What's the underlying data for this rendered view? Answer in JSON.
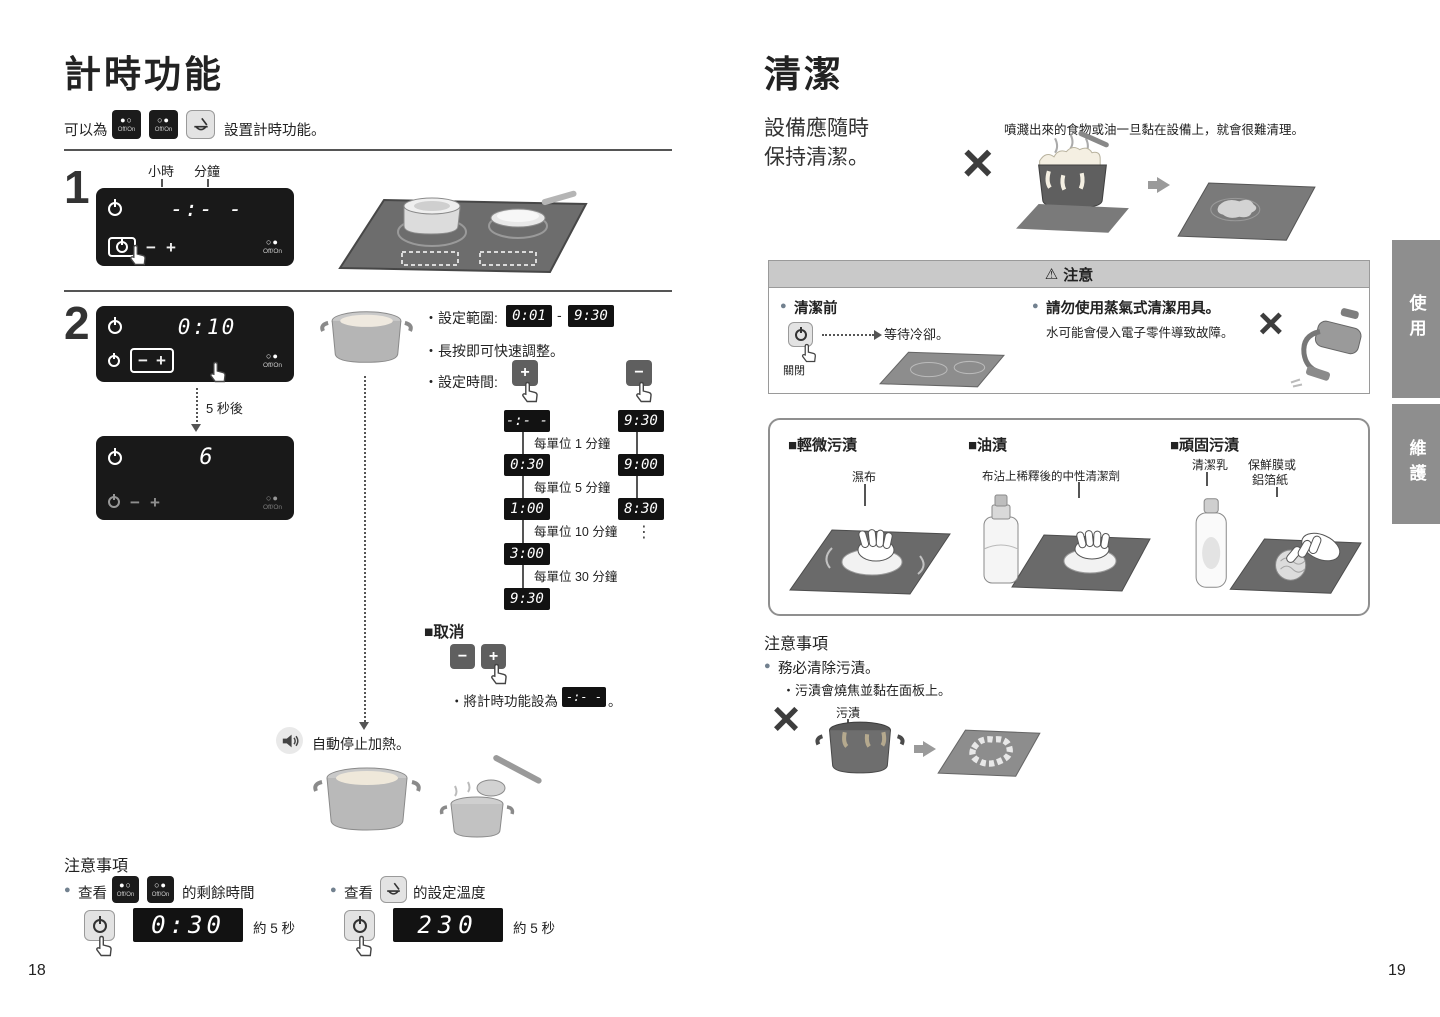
{
  "colors": {
    "panel_black": "#191919",
    "tab_gray": "#8e8e8e",
    "caution_header_gray": "#c9c9c9",
    "illustration_gray": "#6a6a6a"
  },
  "icons": {
    "x_mark": "×",
    "warning": "⚠",
    "minus": "−",
    "plus": "+",
    "off_on": "Off/On",
    "heater_left_dots": "●○",
    "heater_right_dots": "○●",
    "bullet": "●",
    "v_ellipsis": "⋮"
  },
  "left": {
    "page_number": "18",
    "title": "計時功能",
    "intro": {
      "prefix": "可以為",
      "suffix": "設置計時功能。"
    },
    "step1": {
      "number": "1",
      "hour_label": "小時",
      "minute_label": "分鐘",
      "display": "-:- -"
    },
    "step2": {
      "number": "2",
      "display_timer": "0:10",
      "after_label": "5 秒後",
      "display_remaining": "6",
      "range_label": "・設定範圍:",
      "range_from": "0:01",
      "range_dash": "-",
      "range_to": "9:30",
      "tip_long_press": "・長按即可快速調整。",
      "set_time_label": "・設定時間:",
      "plus_chain": [
        "-:- -",
        "0:30",
        "1:00",
        "3:00",
        "9:30"
      ],
      "minus_chain": [
        "9:30",
        "9:00",
        "8:30"
      ],
      "unit_labels": [
        "每單位 1 分鐘",
        "每單位 5 分鐘",
        "每單位 10 分鐘",
        "每單位 30 分鐘"
      ],
      "cancel_title": "■取消",
      "cancel_note_prefix": "・將計時功能設為",
      "cancel_display": "-:- -",
      "cancel_note_suffix": "。",
      "auto_stop": "自動停止加熱。"
    },
    "notes": {
      "title": "注意事項",
      "check_remaining_prefix": "查看",
      "check_remaining_suffix": "的剩餘時間",
      "check_temp_prefix": "查看",
      "check_temp_suffix": "的設定溫度",
      "remaining_display": "0:30",
      "remaining_duration": "約 5 秒",
      "temp_display": "230",
      "temp_duration": "約 5 秒"
    }
  },
  "right": {
    "page_number": "19",
    "title": "清潔",
    "keep_clean_line1": "設備應隨時",
    "keep_clean_line2": "保持清潔。",
    "spill_warning": "噴濺出來的食物或油一旦黏在設備上，就會很難清理。",
    "caution": {
      "header": "注意",
      "before_cleaning": "清潔前",
      "off_key_label": "關閉",
      "wait_cool": "等待冷卻。",
      "no_steam_title": "請勿使用蒸氣式清潔用具。",
      "no_steam_body": "水可能會侵入電子零件導致故障。"
    },
    "stains": {
      "light_title": "■輕微污漬",
      "light_label": "濕布",
      "oil_title": "■油漬",
      "oil_label": "布沾上稀釋後的中性清潔劑",
      "stubborn_title": "■頑固污漬",
      "stubborn_label1": "清潔乳",
      "stubborn_label2": "保鮮膜或",
      "stubborn_label3": "鋁箔紙"
    },
    "notes": {
      "title": "注意事項",
      "note1": "務必清除污漬。",
      "note2": "・污漬會燒焦並黏在面板上。",
      "stain_label": "污漬"
    }
  },
  "tabs": {
    "use": "使用",
    "maintenance": "維護"
  }
}
